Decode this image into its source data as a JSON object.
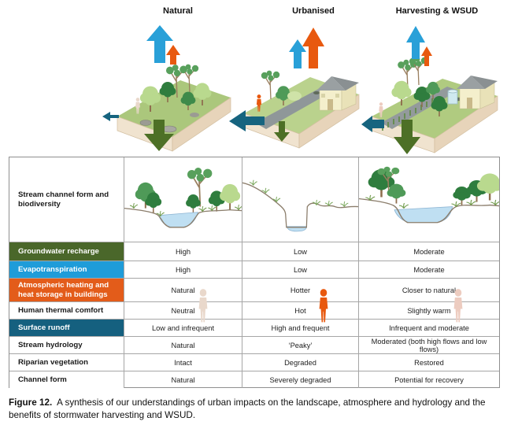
{
  "panels": [
    {
      "title": "Natural",
      "arrows": {
        "evapotranspiration_up_blue": "large",
        "building_heat_up_orange": "small",
        "groundwater_down_green": "large",
        "runoff_left_teal": "very-small"
      },
      "person_icon": "pale-neutral-person",
      "scene": "dense native trees, rocks, no buildings"
    },
    {
      "title": "Urbanised",
      "arrows": {
        "evapotranspiration_up_blue": "small",
        "building_heat_up_orange": "large",
        "groundwater_down_green": "small",
        "runoff_left_teal": "large"
      },
      "person_icon": "orange-hot-person",
      "scene": "house, road, sparse trees"
    },
    {
      "title": "Harvesting & WSUD",
      "arrows": {
        "evapotranspiration_up_blue": "large",
        "building_heat_up_orange": "small",
        "groundwater_down_green": "large",
        "runoff_left_teal": "small"
      },
      "person_icon": "pink-slightly-warm-person",
      "scene": "house with rain tank, vegetated swale, replanted trees"
    }
  ],
  "table": {
    "rows": [
      {
        "label": "Stream channel form and biodiversity",
        "style": {
          "bg": "#ffffff",
          "fg": "#1a1a1a"
        },
        "illustrations": [
          "healthy stream with pool and dense riparian trees",
          "deep incised eroded channel, sparse grass, no trees",
          "recovering stream with pool and replanted riparian trees"
        ]
      },
      {
        "label": "Groundwater recharge",
        "style": {
          "bg": "#4a672a",
          "fg": "#ffffff"
        },
        "values": [
          "High",
          "Low",
          "Moderate"
        ]
      },
      {
        "label": "Evapotranspiration",
        "style": {
          "bg": "#1f9cd9",
          "fg": "#ffffff"
        },
        "values": [
          "High",
          "Low",
          "Moderate"
        ]
      },
      {
        "label": "Atmospheric heating and heat storage in buildings",
        "style": {
          "bg": "#e35c1a",
          "fg": "#ffffff"
        },
        "values": [
          "Natural",
          "Hotter",
          "Closer to natural"
        ]
      },
      {
        "label": "Human thermal comfort",
        "style": {
          "bg": "#ffffff",
          "fg": "#1a1a1a"
        },
        "values": [
          "Neutral",
          "Hot",
          "Slightly warm"
        ],
        "person_icons": [
          "pale-neutral",
          "orange-hot",
          "pink-slightly-warm"
        ]
      },
      {
        "label": "Surface runoff",
        "style": {
          "bg": "#15607f",
          "fg": "#ffffff"
        },
        "values": [
          "Low and infrequent",
          "High and frequent",
          "Infrequent and moderate"
        ]
      },
      {
        "label": "Stream hydrology",
        "style": {
          "bg": "#ffffff",
          "fg": "#1a1a1a"
        },
        "values": [
          "Natural",
          "‘Peaky’",
          "Moderated (both high flows and low flows)"
        ]
      },
      {
        "label": "Riparian vegetation",
        "style": {
          "bg": "#ffffff",
          "fg": "#1a1a1a"
        },
        "values": [
          "Intact",
          "Degraded",
          "Restored"
        ]
      },
      {
        "label": "Channel form",
        "style": {
          "bg": "#ffffff",
          "fg": "#1a1a1a"
        },
        "values": [
          "Natural",
          "Severely degraded",
          "Potential for recovery"
        ]
      }
    ]
  },
  "caption": {
    "label": "Figure 12.",
    "text": "A synthesis of our understandings of urban impacts on the landscape, atmosphere and hydrology and the benefits of stormwater harvesting and WSUD."
  },
  "colors": {
    "row_groundwater": "#4a672a",
    "row_evapotranspiration": "#1f9cd9",
    "row_atmospheric_heating": "#e35c1a",
    "row_surface_runoff": "#15607f",
    "arrow_blue": "#29a0d8",
    "arrow_orange": "#e8590f",
    "arrow_green": "#4d7026",
    "arrow_teal": "#16647f",
    "person_pale": "#e9d8cb",
    "person_orange": "#e8590f",
    "person_pink": "#edccc0",
    "water": "#bfdff2",
    "grass": "#abc77c"
  }
}
